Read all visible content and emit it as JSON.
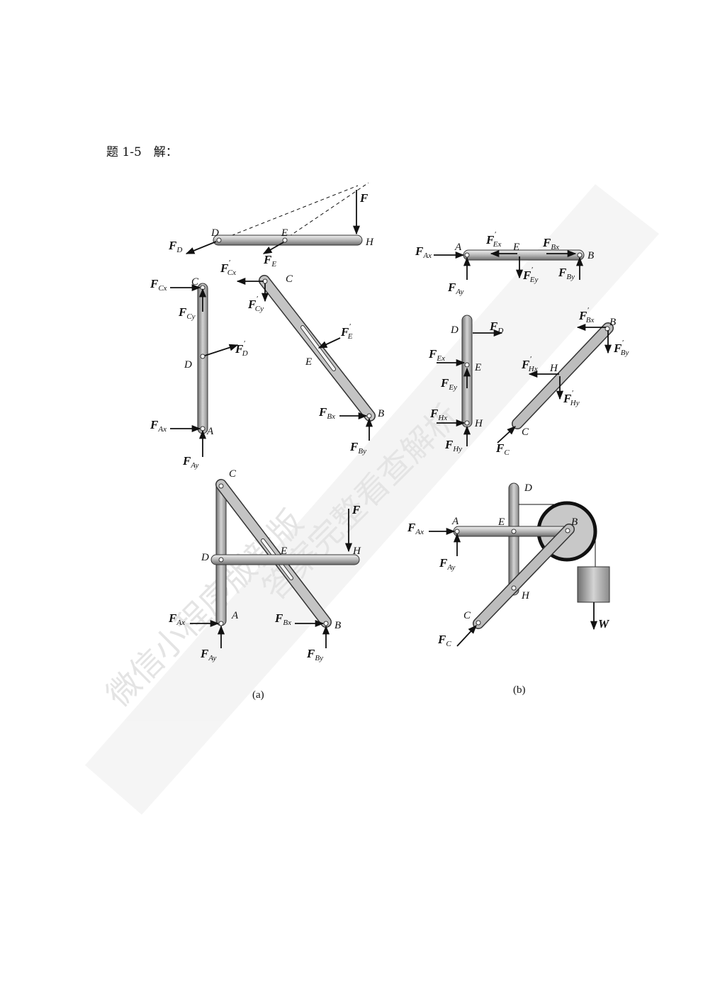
{
  "title": "题 1-5　解：",
  "watermark": {
    "line1": "微信小程序版新版",
    "line2": "答案完整看查解析",
    "color": "#d8d8d8"
  },
  "captions": {
    "a": "(a)",
    "b": "(b)"
  },
  "point_labels": {
    "A": "A",
    "B": "B",
    "C": "C",
    "D": "D",
    "E": "E",
    "H": "H"
  },
  "forces": {
    "F": "F",
    "W": "W",
    "FD": [
      "F",
      "D"
    ],
    "FE": [
      "F",
      "E"
    ],
    "FCx": [
      "F",
      "Cx"
    ],
    "FCy": [
      "F",
      "Cy"
    ],
    "FDp": [
      "F",
      "D"
    ],
    "FAx": [
      "F",
      "Ax"
    ],
    "FAy": [
      "F",
      "Ay"
    ],
    "FCxp": [
      "F",
      "Cx"
    ],
    "FCyp": [
      "F",
      "Cy"
    ],
    "FEp": [
      "F",
      "E"
    ],
    "FBx": [
      "F",
      "Bx"
    ],
    "FBy": [
      "F",
      "By"
    ],
    "FExp": [
      "F",
      "Ex"
    ],
    "FEyp": [
      "F",
      "Ey"
    ],
    "FEx": [
      "F",
      "Ex"
    ],
    "FEy": [
      "F",
      "Ey"
    ],
    "FHx": [
      "F",
      "Hx"
    ],
    "FHy": [
      "F",
      "Hy"
    ],
    "FBxp": [
      "F",
      "Bx"
    ],
    "FByp": [
      "F",
      "By"
    ],
    "FHxp": [
      "F",
      "Hx"
    ],
    "FHyp": [
      "F",
      "Hy"
    ],
    "FC": [
      "F",
      "C"
    ]
  },
  "prime": "′",
  "colors": {
    "ink": "#111111",
    "bar": "#9a9a9a",
    "pulley": "#c8c8c8"
  }
}
